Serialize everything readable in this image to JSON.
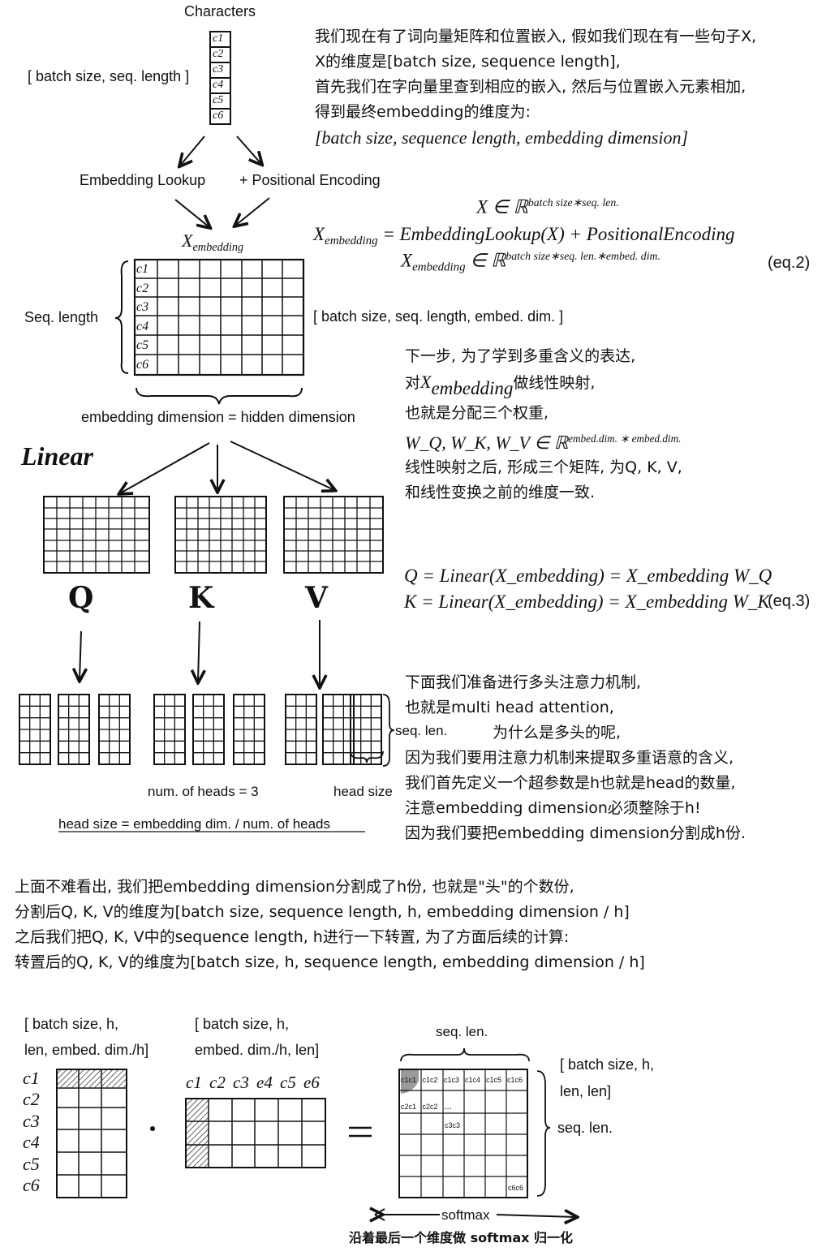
{
  "top": {
    "characters_label": "Characters",
    "batch_seq_label": "[ batch size, seq. length ]",
    "chars": [
      "c1",
      "c2",
      "c3",
      "c4",
      "c5",
      "c6"
    ],
    "lookup_label": "Embedding Lookup",
    "pe_label": "+ Positional Encoding",
    "xemb_label_main": "X",
    "xemb_label_sub": "embedding",
    "seq_length_label": "Seq. length",
    "emb_dims_label": "[ batch size, seq. length, embed. dim. ]",
    "embdim_hidden_label": "embedding dimension = hidden dimension"
  },
  "para1": {
    "line1": "我们现在有了词向量矩阵和位置嵌入, 假如我们现在有一些句子X,",
    "line2": "X的维度是[batch size, sequence length],",
    "line3": "首先我们在字向量里查到相应的嵌入, 然后与位置嵌入元素相加,",
    "line4": "得到最终embedding的维度为:",
    "line5": "[batch size, sequence length, embedding dimension]"
  },
  "eq2": {
    "line1_main": "X ∈ ℝ",
    "line1_sup": "batch size∗seq. len.",
    "line2": "= EmbeddingLookup(X) + PositionalEncoding",
    "line2_lhs": "X",
    "line2_lhs_sub": "embedding",
    "line3_lhs": "X",
    "line3_lhs_sub": "embedding",
    "line3_main": "∈ ℝ",
    "line3_sup": "batch size∗seq. len.∗embed. dim.",
    "tag": "(eq.2)"
  },
  "para2": {
    "line1": "下一步, 为了学到多重含义的表达,",
    "line2_pre": "对",
    "line2_x": "X",
    "line2_sub": "embedding",
    "line2_post": "做线性映射,",
    "line3": "也就是分配三个权重,",
    "line4": "W_Q, W_K, W_V ∈ ℝ",
    "line4_sup": "embed.dim. ∗ embed.dim.",
    "line5": "线性映射之后, 形成三个矩阵, 为Q, K, V,",
    "line6": "和线性变换之前的维度一致."
  },
  "linear_label": "Linear",
  "qkv_letters": [
    "Q",
    "K",
    "V"
  ],
  "eq3": {
    "line1": "Q = Linear(X_embedding) = X_embedding W_Q",
    "line2": "K = Linear(X_embedding) = X_embedding W_K",
    "tag": "(eq.3)"
  },
  "heads": {
    "seq_len_label": "seq. len.",
    "num_heads_label": "num. of heads = 3",
    "head_size_label": "head size",
    "formula_label": "head size = embedding dim. / num. of heads"
  },
  "para3": {
    "line1": "下面我们准备进行多头注意力机制,",
    "line2": "也就是multi head attention,",
    "line3": "为什么是多头的呢,",
    "line4": "因为我们要用注意力机制来提取多重语意的含义,",
    "line5": "我们首先定义一个超参数是h也就是head的数量,",
    "line6": "注意embedding dimension必须整除于h!",
    "line7": "因为我们要把embedding dimension分割成h份."
  },
  "para4": {
    "line1": "上面不难看出, 我们把embedding dimension分割成了h份, 也就是\"头\"的个数份,",
    "line2": "分割后Q, K, V的维度为[batch size, sequence length, h, embedding dimension / h]",
    "line3": "之后我们把Q, K, V中的sequence length, h进行一下转置, 为了方面后续的计算:",
    "line4": "转置后的Q, K, V的维度为[batch size, h, sequence length, embedding dimension / h]"
  },
  "bottom": {
    "m1_label_1": "[ batch size, h,",
    "m1_label_2": "len, embed. dim./h]",
    "m2_label_1": "[ batch size, h,",
    "m2_label_2": "embed. dim./h, len]",
    "m3_top_label": "seq. len.",
    "m3_label_1": "[ batch size, h,",
    "m3_label_2": "len, len]",
    "m3_right_label": "seq. len.",
    "rows": [
      "c1",
      "c2",
      "c3",
      "c4",
      "c5",
      "c6"
    ],
    "cols": [
      "c1",
      "c2",
      "c3",
      "e4",
      "c5",
      "e6"
    ],
    "dot": "·",
    "equals": "=",
    "cells_row1": [
      "c1c1",
      "c1c2",
      "c1c3",
      "c1c4",
      "c1c5",
      "c1c6"
    ],
    "cells_row2": [
      "c2c1",
      "c2c2",
      "..."
    ],
    "cell_c3c3": "c3c3",
    "cell_c6c6": "c6c6",
    "softmax_label": "softmax",
    "softmax_caption": "沿着最后一个维度做 softmax 归一化"
  }
}
